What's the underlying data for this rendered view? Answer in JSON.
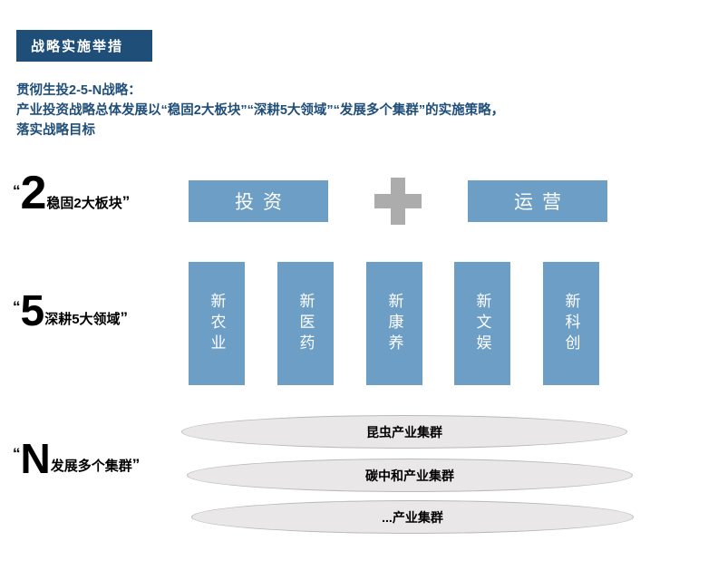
{
  "colors": {
    "navy": "#1F4E79",
    "box_blue": "#6D9EC5",
    "plus_gray": "#ACACAC",
    "ellipse_fill": "#E9E7E7",
    "ellipse_border": "#B9B9B9"
  },
  "badge": {
    "label": "战略实施举措"
  },
  "intro": {
    "bold_line": "贯彻生投2-5-N战略：",
    "body_line1": "产业投资战略总体发展以“稳固2大板块”“深耕5大领域”“发展多个集群”的实施策略，",
    "body_line2": "落实战略目标"
  },
  "row_boards": {
    "open_quote": "“",
    "big_num": "2",
    "label": "稳固2大板块",
    "close_quote": "”",
    "boxes": [
      "投资",
      "运营"
    ],
    "plus_icon": "plus"
  },
  "row_fields": {
    "open_quote": "“",
    "big_num": "5",
    "label": "深耕5大领域",
    "close_quote": "”",
    "boxes": [
      "新农业",
      "新医药",
      "新康养",
      "新文娱",
      "新科创"
    ]
  },
  "row_clusters": {
    "open_quote": "“",
    "big_num": "N",
    "label": "发展多个集群",
    "close_quote": "”",
    "ellipses": [
      "昆虫产业集群",
      "碳中和产业集群",
      "...产业集群"
    ]
  }
}
